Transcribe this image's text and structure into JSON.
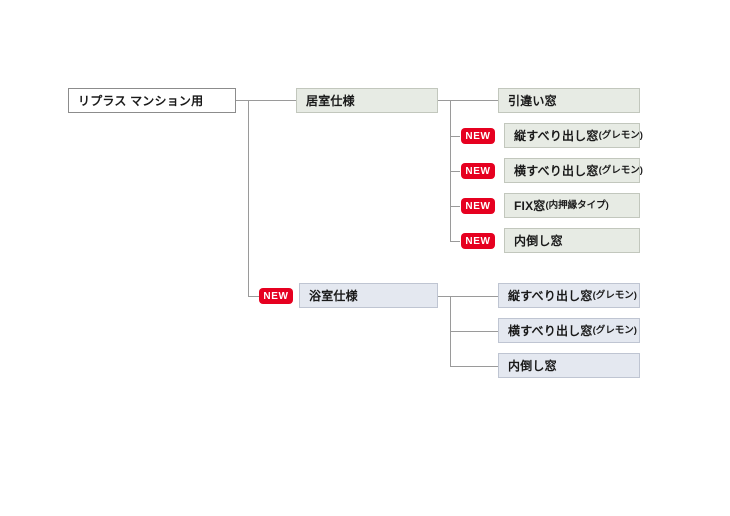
{
  "diagram": {
    "type": "tree",
    "orientation": "left-to-right",
    "colors": {
      "background": "#ffffff",
      "root_fill": "#ffffff",
      "living_fill": "#e7ebe4",
      "bath_fill": "#e4e8f0",
      "line": "#9a9a9a",
      "badge": "#e60020",
      "badge_text": "#ffffff",
      "text": "#1a1a1a"
    },
    "badge": {
      "label": "NEW"
    },
    "root": {
      "label": "リプラス マンション用"
    },
    "branches": [
      {
        "id": "living",
        "label": "居室仕様",
        "is_new": false,
        "children": [
          {
            "label": "引違い窓",
            "sub": "",
            "is_new": false
          },
          {
            "label": "縦すべり出し窓",
            "sub": "(グレモン)",
            "is_new": true
          },
          {
            "label": "横すべり出し窓",
            "sub": "(グレモン)",
            "is_new": true
          },
          {
            "label": "FIX窓",
            "sub": "(内押縁タイプ)",
            "is_new": true
          },
          {
            "label": "内倒し窓",
            "sub": "",
            "is_new": true
          }
        ]
      },
      {
        "id": "bath",
        "label": "浴室仕様",
        "is_new": true,
        "children": [
          {
            "label": "縦すべり出し窓",
            "sub": "(グレモン)",
            "is_new": false
          },
          {
            "label": "横すべり出し窓",
            "sub": "(グレモン)",
            "is_new": false
          },
          {
            "label": "内倒し窓",
            "sub": "",
            "is_new": false
          }
        ]
      }
    ]
  }
}
